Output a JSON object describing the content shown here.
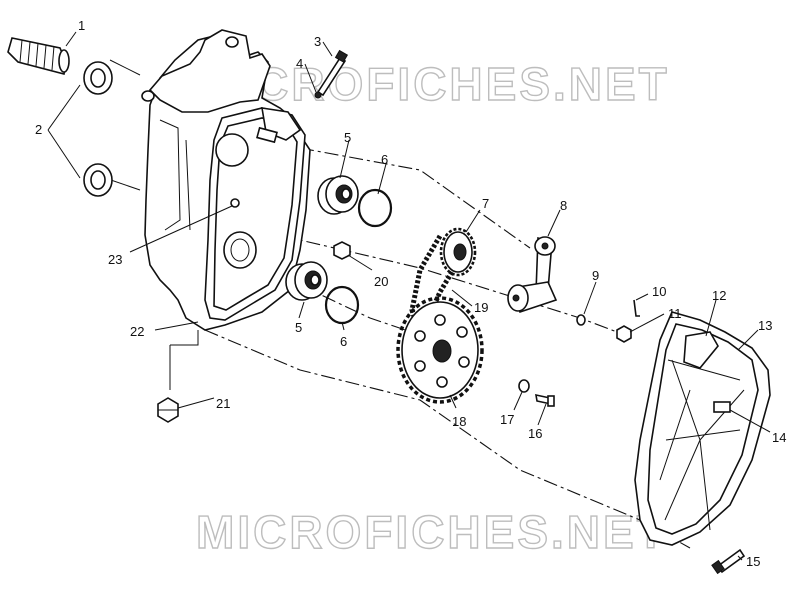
{
  "watermarks": {
    "top": "MICROFICHES.NET",
    "bottom": "MICROFICHES.NET"
  },
  "callouts": {
    "c1": "1",
    "c2": "2",
    "c3": "3",
    "c4": "4",
    "c5a": "5",
    "c5b": "5",
    "c6a": "6",
    "c6b": "6",
    "c7": "7",
    "c8": "8",
    "c9": "9",
    "c10": "10",
    "c11": "11",
    "c12": "12",
    "c13": "13",
    "c14": "14",
    "c15": "15",
    "c16": "16",
    "c17": "17",
    "c18": "18",
    "c19": "19",
    "c20": "20",
    "c21": "21",
    "c22": "22",
    "c23": "23"
  }
}
